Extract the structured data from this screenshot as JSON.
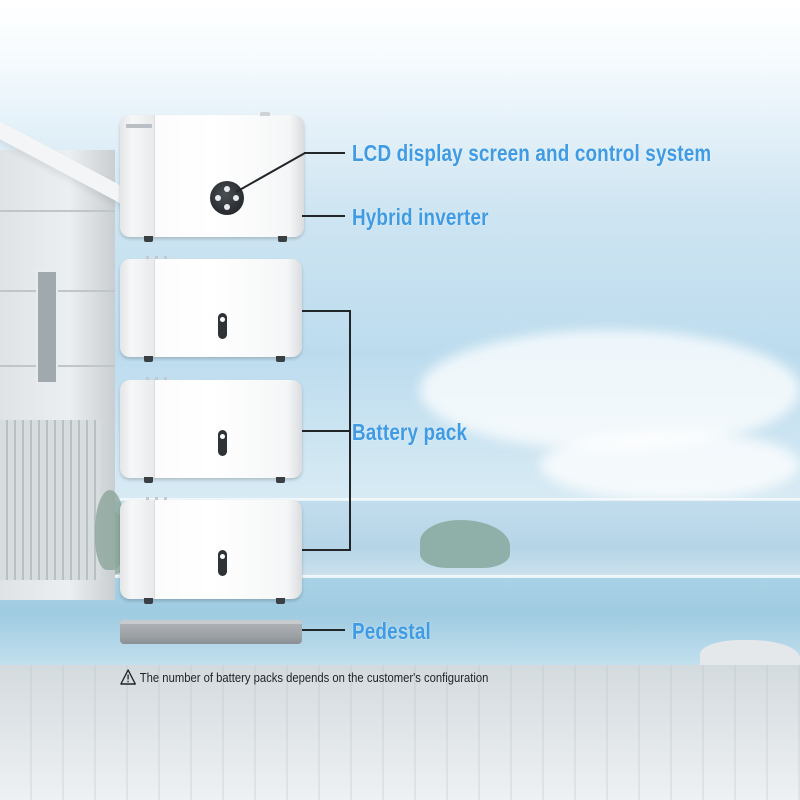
{
  "labels": {
    "lcd": "LCD display screen and control system",
    "inverter": "Hybrid inverter",
    "battery": "Battery pack",
    "pedestal": "Pedestal"
  },
  "note": {
    "icon": "warning-triangle-icon",
    "text": "The number of battery packs depends on the customer's configuration"
  },
  "colors": {
    "label_text": "#3f9be3",
    "leader_line": "#222629",
    "unit_body": "#ffffff",
    "pedestal": "#9a9fa3"
  }
}
